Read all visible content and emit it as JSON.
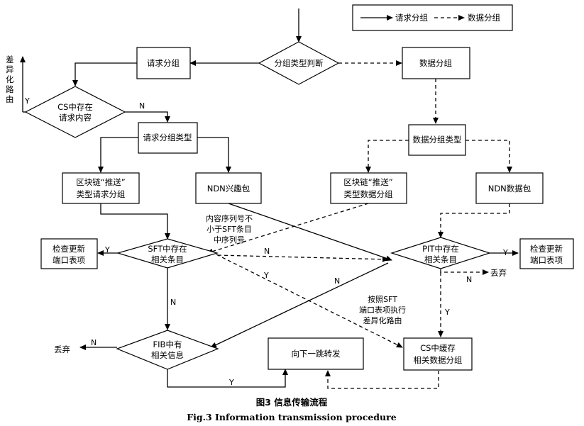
{
  "legend": {
    "request": "请求分组",
    "data": "数据分组"
  },
  "nodes": {
    "classify": "分组类型判断",
    "req_packet": "请求分组",
    "data_packet": "数据分组",
    "cs_request": [
      "CS中存在",
      "请求内容"
    ],
    "req_type": "请求分组类型",
    "data_type": "数据分组类型",
    "bc_push_req": [
      "区块链“推送”",
      "类型请求分组"
    ],
    "ndn_interest": "NDN兴趣包",
    "bc_push_data": [
      "区块链“推送”",
      "类型数据分组"
    ],
    "ndn_data": "NDN数据包",
    "sft_check": [
      "SFT中存在",
      "相关条目"
    ],
    "pit_check": [
      "PIT中存在",
      "相关条目"
    ],
    "update_port_left": [
      "检查更新",
      "端口表项"
    ],
    "update_port_right": [
      "检查更新",
      "端口表项"
    ],
    "fib_check": [
      "FIB中有",
      "相关信息"
    ],
    "forward": "向下一跳转发",
    "cs_cache": [
      "CS中缓存",
      "相关数据分组"
    ]
  },
  "annotations": {
    "diff_route": [
      "差",
      "异",
      "化",
      "路",
      "由"
    ],
    "seq_note": [
      "内容序列号不",
      "小于SFT条目",
      "中序列号"
    ],
    "sft_note": [
      "按照SFT",
      "端口表项执行",
      "差异化路由"
    ],
    "discard_left": "丢弃",
    "discard_right": "丢弃"
  },
  "edge_labels": {
    "yes": "Y",
    "no": "N"
  },
  "caption": {
    "cn": "图3   信息传输流程",
    "en": "Fig.3    Information transmission procedure"
  }
}
